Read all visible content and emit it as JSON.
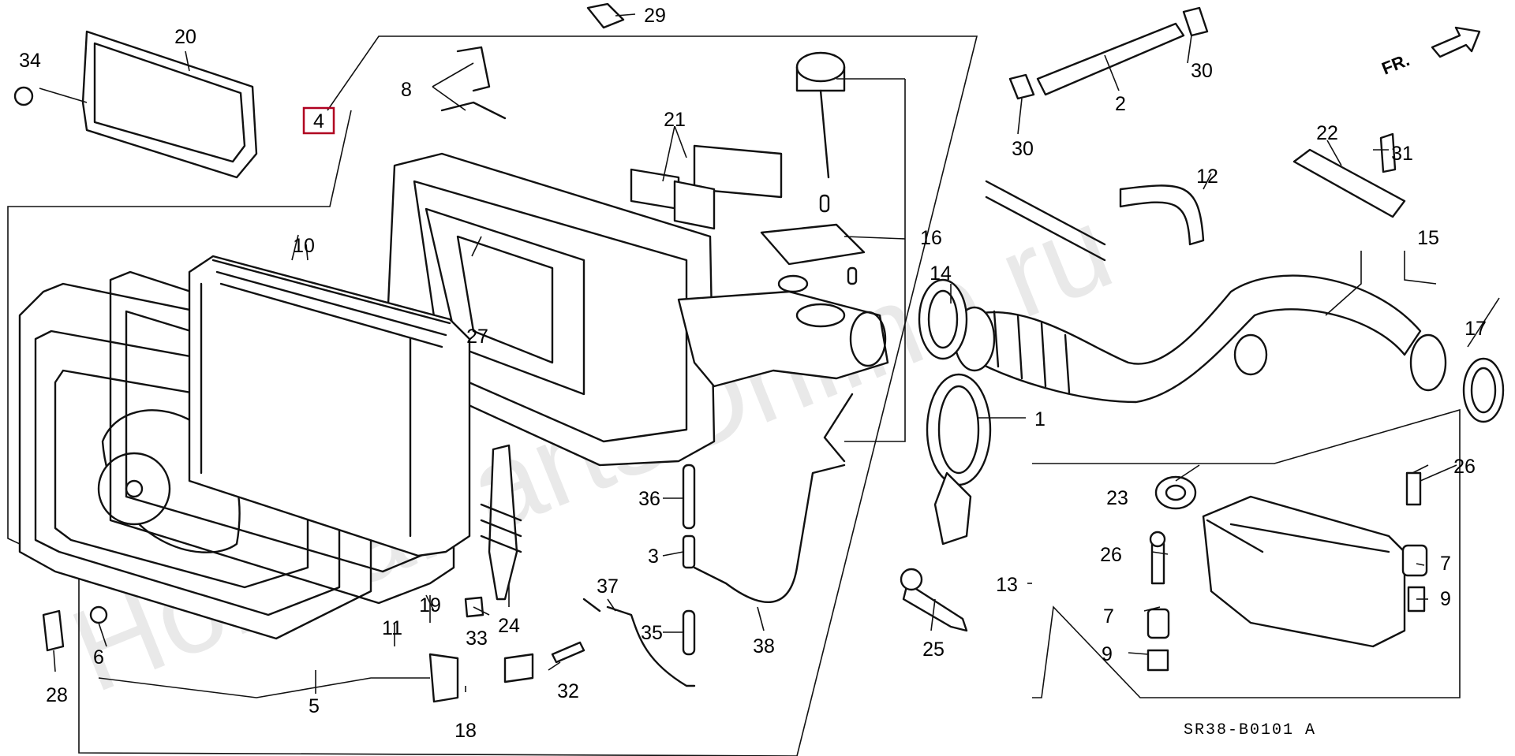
{
  "watermark": "HondaPartsOnline.ru",
  "direction_label": "FR.",
  "diagram_code": "SR38-B0101 A",
  "boxed_callout": "4",
  "callouts": {
    "c1": "1",
    "c2": "2",
    "c3": "3",
    "c4": "4",
    "c5": "5",
    "c6": "6",
    "c7a": "7",
    "c7b": "7",
    "c8": "8",
    "c9a": "9",
    "c9b": "9",
    "c10": "10",
    "c11": "11",
    "c12": "12",
    "c13": "13",
    "c14": "14",
    "c15": "15",
    "c16": "16",
    "c17": "17",
    "c18": "18",
    "c19": "19",
    "c20": "20",
    "c21": "21",
    "c22": "22",
    "c23": "23",
    "c24": "24",
    "c25": "25",
    "c26a": "26",
    "c26b": "26",
    "c27": "27",
    "c28": "28",
    "c29": "29",
    "c30a": "30",
    "c30b": "30",
    "c31": "31",
    "c32": "32",
    "c33": "33",
    "c34": "34",
    "c35": "35",
    "c36": "36",
    "c37": "37",
    "c38": "38"
  }
}
